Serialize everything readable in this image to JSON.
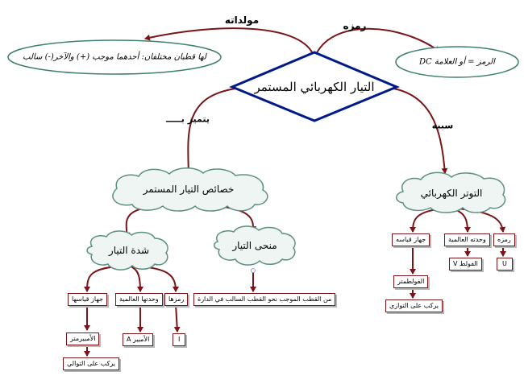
{
  "center": "التيار الكهربائي المستمر",
  "edges": {
    "generators": "مولداته",
    "symbol": "رمزه",
    "distinguished": "يتميز بـــــ",
    "cause": "سببه"
  },
  "generators_note": "لها قطبان مختلفان: أحدهما موجب (+) والآخر(-) سالب",
  "symbol_note": "الرمز = أو العلامة  DC",
  "properties": "خصائص التيار المستمر",
  "voltage": "التوتر الكهربائي",
  "intensity": "شدة التيار",
  "direction": "منحى التيار",
  "direction_note": "من القطب الموجب نحو القطب السالب في الدارة",
  "intensity_items": {
    "device": "جهاز قياسها",
    "unit": "وحدتها العالمية",
    "symbol": "رمزها",
    "device_name": "الأمبيرمتر",
    "unit_name": "الأمبير A",
    "symbol_value": "I",
    "connection": "يركب على التوالي"
  },
  "voltage_items": {
    "device": "جهاز قياسه",
    "unit": "وحدته العالمية",
    "symbol": "رمزه",
    "device_name": "الفولطمتر",
    "unit_name": "الفولط V",
    "symbol_value": "U",
    "connection": "يركب على التوازي"
  },
  "colors": {
    "line": "#7a1418",
    "diamond_border": "#001a8c",
    "ellipse_border": "#3d7f70",
    "cloud_fill": "#eef5f3",
    "cloud_border": "#5d8f83"
  }
}
